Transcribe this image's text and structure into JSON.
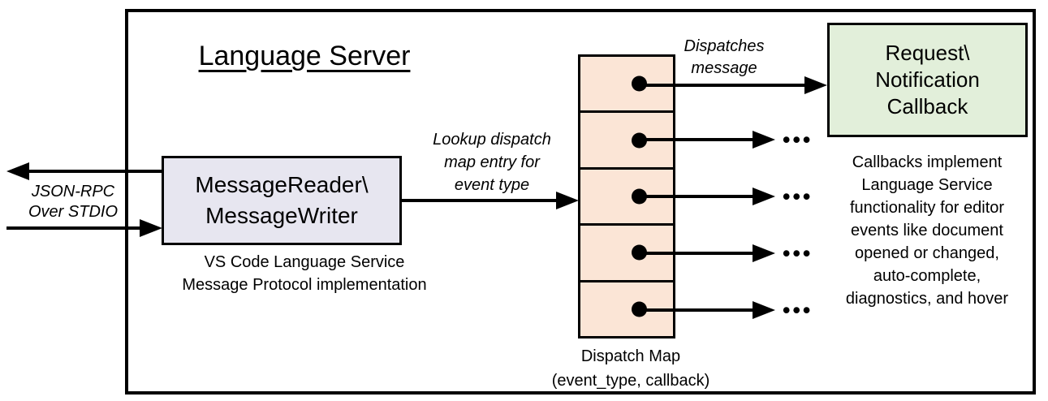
{
  "title": "Language Server",
  "stdio": {
    "label_line1": "JSON-RPC",
    "label_line2": "Over STDIO"
  },
  "message_box": {
    "line1": "MessageReader\\",
    "line2": "MessageWriter",
    "caption_line1": "VS Code Language Service",
    "caption_line2": "Message Protocol implementation"
  },
  "lookup_label": {
    "line1": "Lookup dispatch",
    "line2": "map entry for",
    "line3": "event type"
  },
  "dispatch_map": {
    "caption_line1": "Dispatch Map",
    "caption_line2": "(event_type, callback)",
    "ellipsis": "•••"
  },
  "dispatches_label": {
    "line1": "Dispatches",
    "line2": "message"
  },
  "callback_box": {
    "line1": "Request\\",
    "line2": "Notification",
    "line3": "Callback"
  },
  "callbacks_note": {
    "line1": "Callbacks implement",
    "line2": "Language Service",
    "line3": "functionality for editor",
    "line4": "events like document",
    "line5": "opened or changed,",
    "line6": "auto-complete,",
    "line7": "diagnostics, and hover"
  },
  "colors": {
    "stroke": "#000000",
    "message_box_fill": "#E7E6F0",
    "dispatch_cell_fill": "#FBE5D6",
    "callback_box_fill": "#E2EFDA",
    "background": "#FFFFFF"
  }
}
